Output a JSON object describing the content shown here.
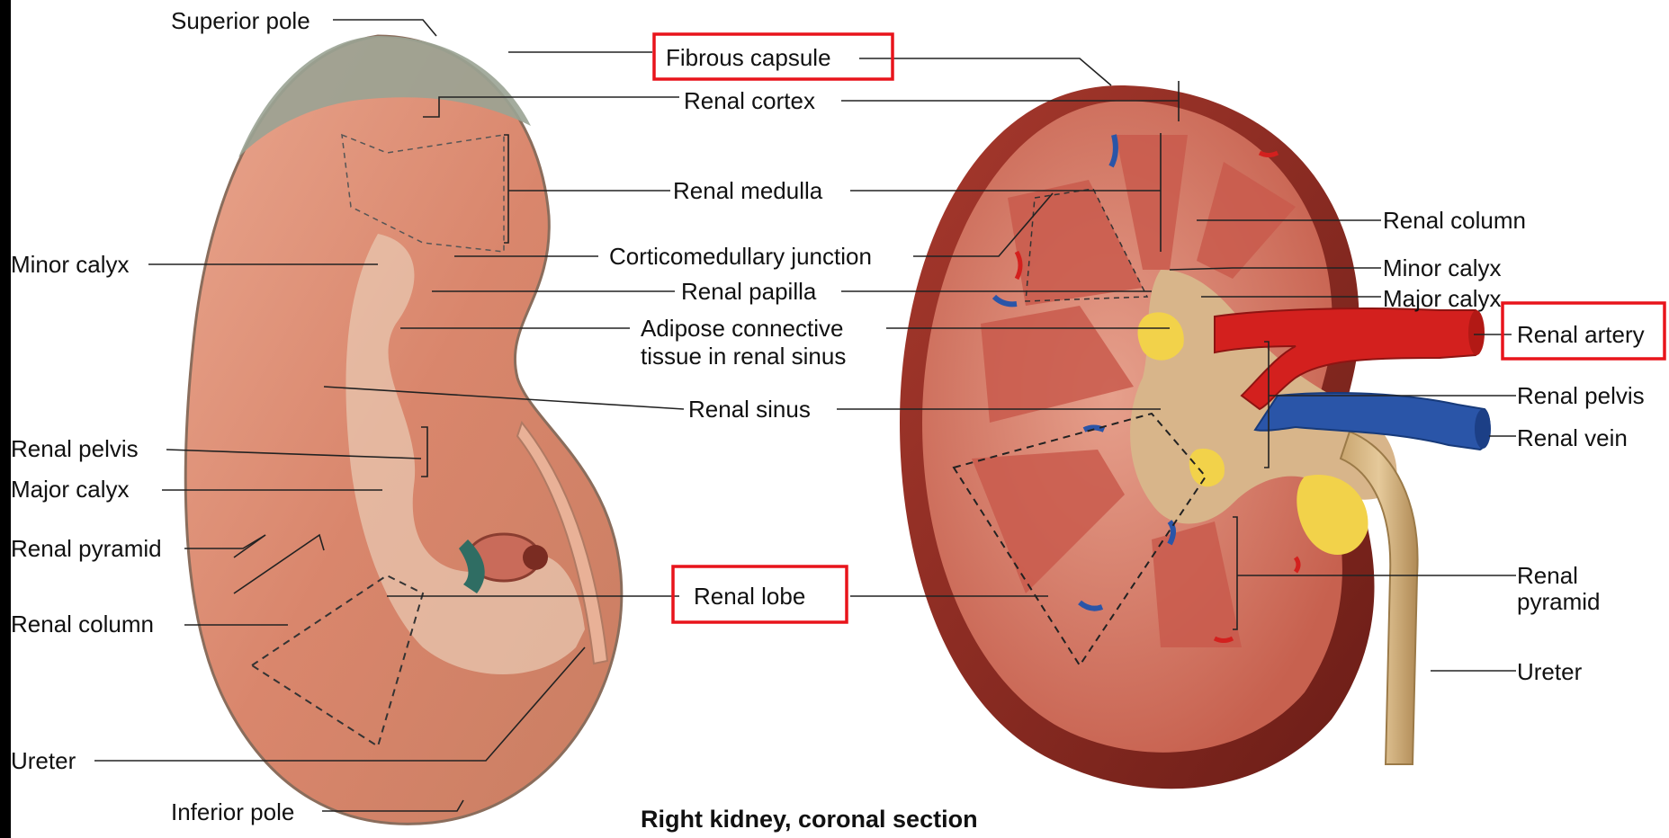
{
  "figure": {
    "caption": "Right kidney, coronal section",
    "labels": {
      "superior_pole": "Superior pole",
      "fibrous_capsule": "Fibrous capsule",
      "renal_cortex": "Renal cortex",
      "renal_medulla": "Renal medulla",
      "corticomedullary_junction": "Corticomedullary junction",
      "renal_papilla": "Renal papilla",
      "adipose_line1": "Adipose connective",
      "adipose_line2": "tissue in renal sinus",
      "renal_sinus": "Renal sinus",
      "renal_lobe": "Renal lobe",
      "inferior_pole": "Inferior pole",
      "left_minor_calyx": "Minor calyx",
      "left_renal_pelvis": "Renal pelvis",
      "left_major_calyx": "Major calyx",
      "left_renal_pyramid": "Renal pyramid",
      "left_renal_column": "Renal column",
      "left_ureter": "Ureter",
      "right_renal_column": "Renal column",
      "right_minor_calyx": "Minor calyx",
      "right_major_calyx": "Major calyx",
      "renal_artery": "Renal artery",
      "right_renal_pelvis": "Renal pelvis",
      "renal_vein": "Renal vein",
      "right_renal_pyramid_line1": "Renal",
      "right_renal_pyramid_line2": "pyramid",
      "right_ureter": "Ureter"
    },
    "highlighted_labels": [
      "Fibrous capsule",
      "Renal lobe",
      "Renal artery"
    ],
    "colors": {
      "highlight_box": "#e8141b",
      "artery": "#d3201e",
      "vein": "#2a55a8",
      "fat": "#f2d24a",
      "cortex": "#c9735d",
      "capsule": "#8d2a22"
    }
  }
}
